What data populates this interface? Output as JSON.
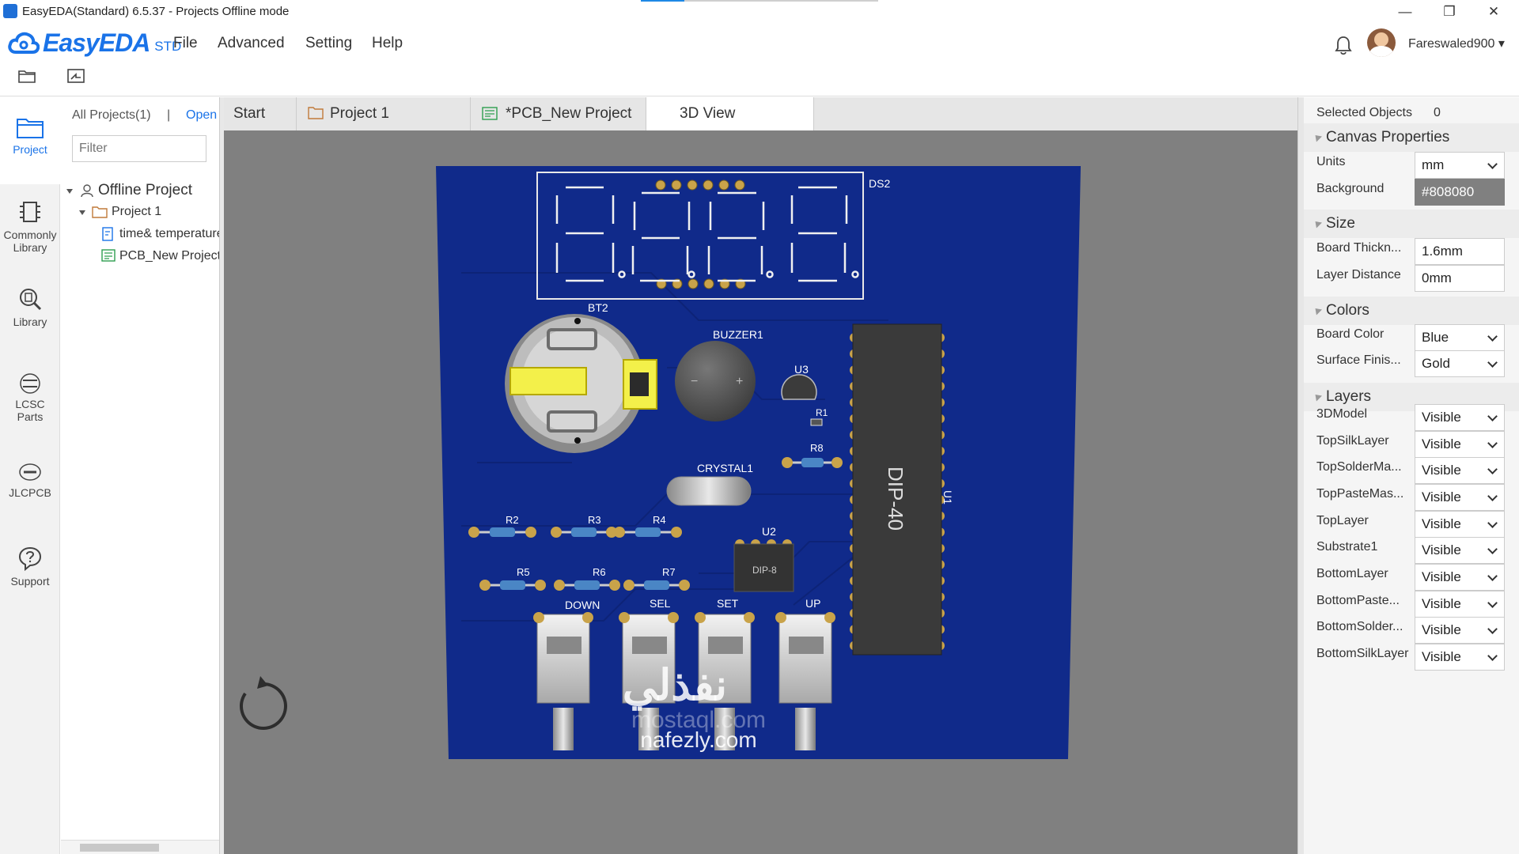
{
  "window": {
    "title": "EasyEDA(Standard) 6.5.37 - Projects Offline mode",
    "controls": [
      "—",
      "❐",
      "✕"
    ]
  },
  "app": {
    "logo_text": "EasyEDA",
    "logo_suffix": "STD",
    "brand_color": "#1a73e8"
  },
  "menu": [
    "File",
    "Advanced",
    "Setting",
    "Help"
  ],
  "user": {
    "name": "Fareswaled900 ▾"
  },
  "rail": [
    {
      "label": "Project",
      "icon": "project-icon"
    },
    {
      "label": "Commonly Library",
      "icon": "component-icon"
    },
    {
      "label": "Library",
      "icon": "library-search-icon"
    },
    {
      "label": "LCSC Parts",
      "icon": "lcsc-icon"
    },
    {
      "label": "JLCPCB",
      "icon": "jlc-icon"
    },
    {
      "label": "Support",
      "icon": "support-icon"
    }
  ],
  "projects": {
    "all_label": "All Projects(1)",
    "separator": "|",
    "open_label": "Open",
    "filter_placeholder": "Filter",
    "tree": [
      "Offline Project",
      "Project 1",
      "time& temperature",
      "PCB_New Project"
    ]
  },
  "tabs": [
    {
      "label": "Start"
    },
    {
      "label": "Project 1"
    },
    {
      "label": "*PCB_New Project"
    },
    {
      "label": "3D View"
    }
  ],
  "pcb": {
    "board_color": "#102a8a",
    "labels": {
      "ds2": "DS2",
      "bt2": "BT2",
      "buzzer": "BUZZER1",
      "u3": "U3",
      "r1": "R1",
      "r8": "R8",
      "crystal": "CRYSTAL1",
      "u2": "U2",
      "dip8": "DIP-8",
      "u1": "U1",
      "dip40": "DIP-40",
      "r2": "R2",
      "r3": "R3",
      "r4": "R4",
      "r5": "R5",
      "r6": "R6",
      "r7": "R7",
      "down": "DOWN",
      "sel": "SEL",
      "set": "SET",
      "up": "UP",
      "minus": "−",
      "plus": "+"
    },
    "watermark": {
      "line1": "نفذلي",
      "line2": "mostaql.com",
      "line3": "nafezly.com"
    }
  },
  "properties": {
    "selected_label": "Selected Objects",
    "selected_count": "0",
    "canvas": {
      "title": "Canvas Properties",
      "units_label": "Units",
      "units": "mm",
      "background_label": "Background",
      "background": "#808080"
    },
    "size": {
      "title": "Size",
      "thickness_label": "Board Thickn...",
      "thickness": "1.6mm",
      "distance_label": "Layer Distance",
      "distance": "0mm"
    },
    "colors": {
      "title": "Colors",
      "board_label": "Board Color",
      "board": "Blue",
      "finish_label": "Surface Finis...",
      "finish": "Gold"
    },
    "layers": {
      "title": "Layers",
      "items": [
        {
          "name": "3DModel",
          "value": "Visible"
        },
        {
          "name": "TopSilkLayer",
          "value": "Visible"
        },
        {
          "name": "TopSolderMa...",
          "value": "Visible"
        },
        {
          "name": "TopPasteMas...",
          "value": "Visible"
        },
        {
          "name": "TopLayer",
          "value": "Visible"
        },
        {
          "name": "Substrate1",
          "value": "Visible"
        },
        {
          "name": "BottomLayer",
          "value": "Visible"
        },
        {
          "name": "BottomPaste...",
          "value": "Visible"
        },
        {
          "name": "BottomSolder...",
          "value": "Visible"
        },
        {
          "name": "BottomSilkLayer",
          "value": "Visible"
        }
      ]
    }
  }
}
